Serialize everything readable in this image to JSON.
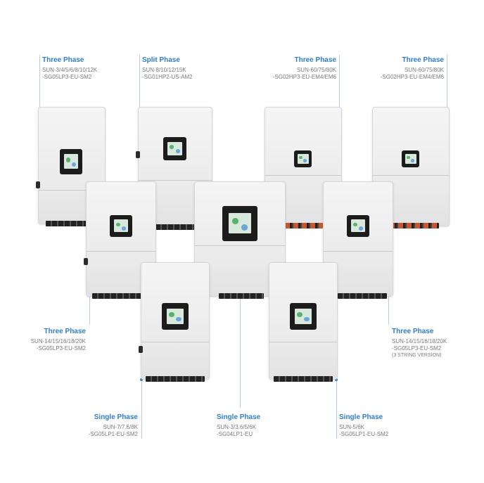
{
  "colors": {
    "phase_label": "#2f7dcc",
    "model_text": "#7a7a7a",
    "leader_line": "#b7cde4",
    "inverter_body": "#ececec"
  },
  "labels": {
    "tl": {
      "phase": "Three Phase",
      "model_1": "SUN-3/4/5/6/8/10/12K",
      "model_2": "-SG05LP3-EU-SM2"
    },
    "t2": {
      "phase": "Split Phase",
      "model_1": "SUN-8/10/12/15K",
      "model_2": "-SG01HP2-US-AM2"
    },
    "t3": {
      "phase": "Three Phase",
      "model_1": "SUN-60/75/80K",
      "model_2": "-SG02HP3-EU-EM4/EM6"
    },
    "tr": {
      "phase": "Three Phase",
      "model_1": "SUN-60/75/80K",
      "model_2": "-SG02HP3-EU-EM4/EM6"
    },
    "ml": {
      "phase": "Three Phase",
      "model_1": "SUN-14/15/16/18/20K",
      "model_2": "-SG05LP3-EU-SM2"
    },
    "mr": {
      "phase": "Three Phase",
      "model_1": "SUN-14/15/16/18/20K",
      "model_2": "-SG05LP3-EU-SM2",
      "model_3": "(3 STRING VERSION)"
    },
    "bl": {
      "phase": "Single Phase",
      "model_1": "SUN-7/7.6/8K",
      "model_2": "-SG05LP1-EU-SM2"
    },
    "bc": {
      "phase": "Single Phase",
      "model_1": "SUN-3/3.6/5/6K",
      "model_2": "-SG04LP1-EU"
    },
    "br": {
      "phase": "Single Phase",
      "model_1": "SUN-5/6K",
      "model_2": "-SG05LP1-EU-SM2"
    }
  }
}
